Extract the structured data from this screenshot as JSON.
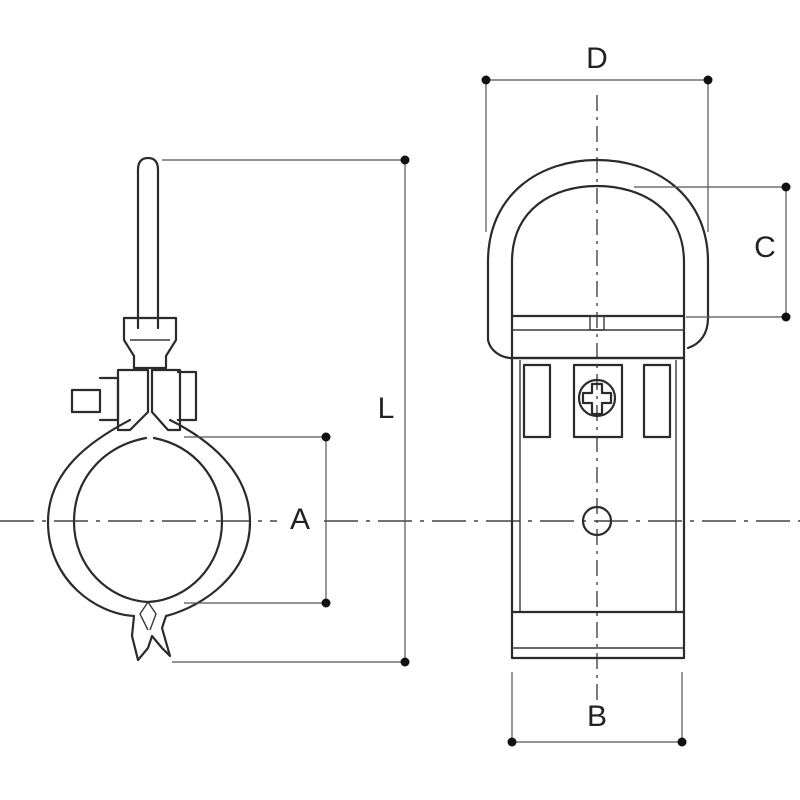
{
  "labels": {
    "A": "A",
    "B": "B",
    "C": "C",
    "D": "D",
    "L": "L"
  }
}
